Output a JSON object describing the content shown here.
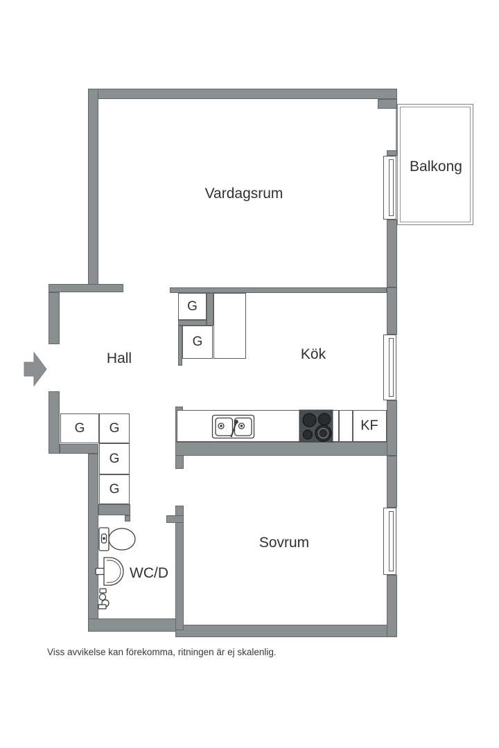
{
  "plan": {
    "rooms": {
      "vardagsrum": "Vardagsrum",
      "balkong": "Balkong",
      "hall": "Hall",
      "kok": "Kök",
      "sovrum": "Sovrum",
      "wcd": "WC/D"
    },
    "labels": {
      "closet": "G",
      "fridge_freezer": "KF"
    },
    "footer": "Viss avvikelse kan förekomma, ritningen är ej skalenlig.",
    "colors": {
      "wall": "#8A8F92",
      "wallOutline": "#63676A",
      "line": "#595D60",
      "text": "#2F3133",
      "stove": "#4B4E51"
    }
  }
}
